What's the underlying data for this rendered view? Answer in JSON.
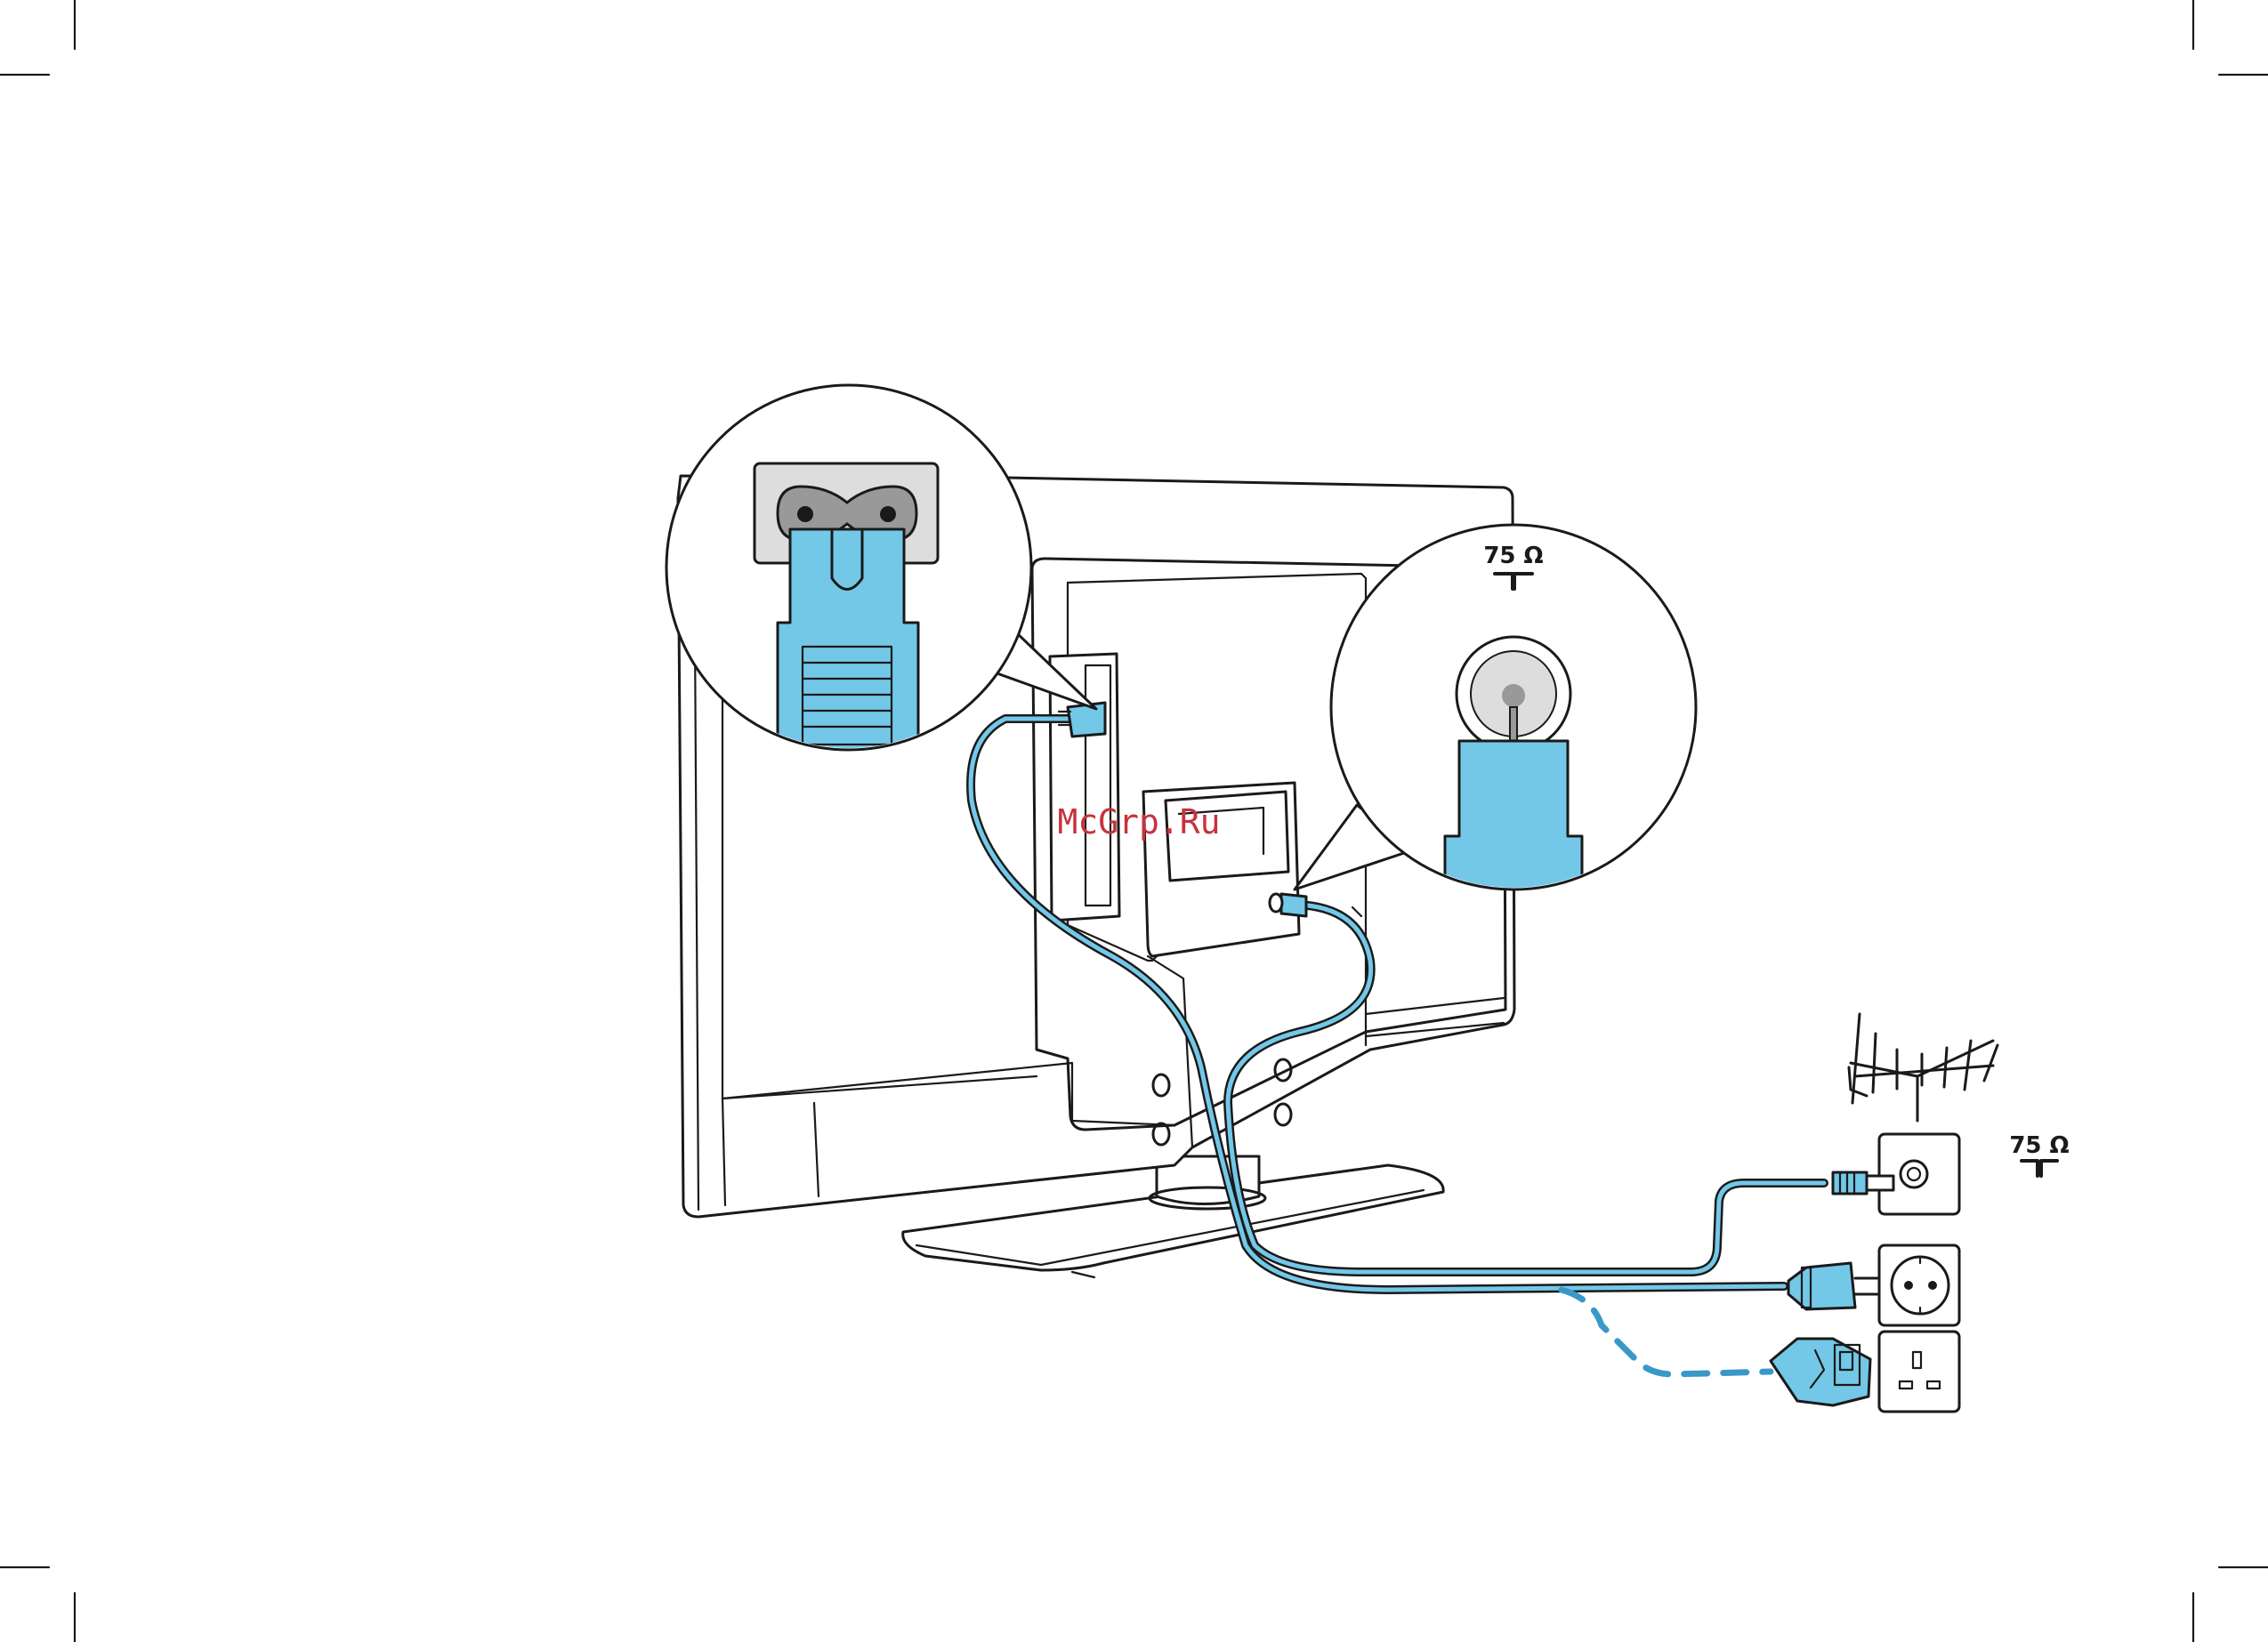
{
  "watermark": {
    "text": "McGrp.Ru",
    "color": "#c8323c"
  },
  "impedance_labels": {
    "zoom": "75 Ω",
    "wall": "75 Ω"
  },
  "colors": {
    "connector_blue": "#73c8e8",
    "line": "#1a1a1a",
    "socket_grey": "#dddddd"
  },
  "icons": {
    "power_inlet": "iec-c7-figure8-socket",
    "power_plug": "iec-c7-connector",
    "antenna_in": "coax-75-ohm-socket",
    "antenna_plug": "coax-plug",
    "antenna": "yagi-aerial",
    "eu_outlet": "eu-schuko-socket",
    "uk_outlet": "uk-bs1363-socket",
    "eu_plug": "eu-plug",
    "uk_plug": "uk-plug"
  }
}
